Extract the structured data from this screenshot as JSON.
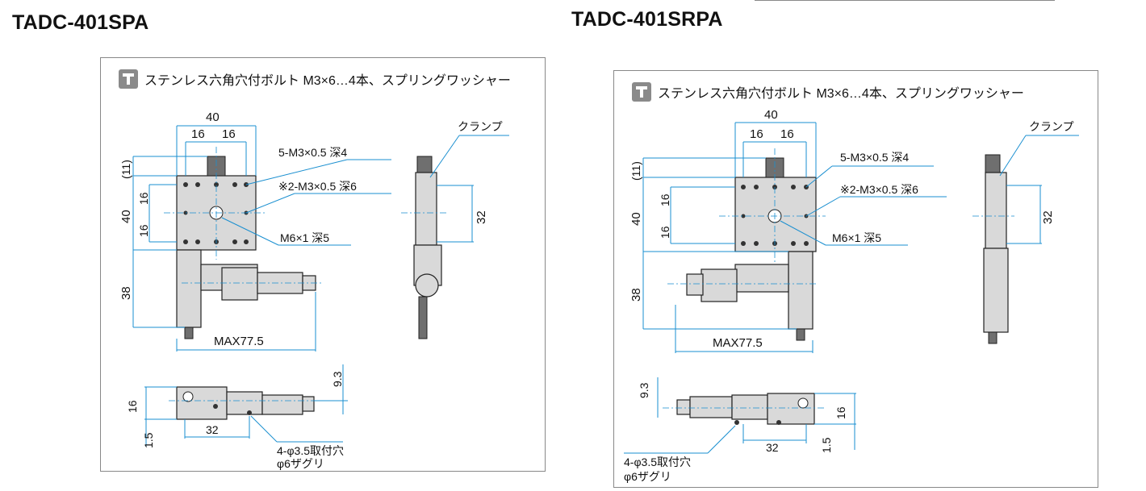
{
  "titles": {
    "left": "TADC-401SPA",
    "right": "TADC-401SRPA"
  },
  "bolt_note": "ステンレス六角穴付ボルト M3×6…4本、スプリングワッシャー",
  "labels": {
    "clamp": "クランプ",
    "tap_5": "5-M3×0.5 深4",
    "tap_2": "※2-M3×0.5 深6",
    "center_tap": "M6×1 深5",
    "mount_holes": "4-φ3.5取付穴",
    "counterbore": "φ6ザグリ",
    "max_len": "MAX77.5"
  },
  "dims": {
    "width": "40",
    "pitch_a": "16",
    "pitch_b": "16",
    "height": "40",
    "v_pitch_a": "16",
    "v_pitch_b": "16",
    "eleven": "(11)",
    "thirty_eight": "38",
    "side_32": "32",
    "bottom_16": "16",
    "bottom_1_5": "1.5",
    "bottom_32": "32",
    "bottom_9_3": "9.3"
  },
  "colors": {
    "dimension_line": "#1a8fd0",
    "body": "#d9d9d9",
    "panel_border": "#888888"
  }
}
